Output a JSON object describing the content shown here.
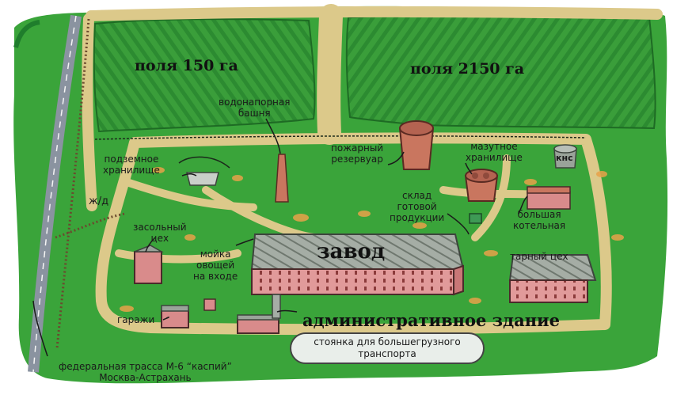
{
  "map": {
    "fields": {
      "left": "поля 150 га",
      "right": "поля 2150 га"
    },
    "labels": {
      "water_tower": [
        "водонапорная",
        "башня"
      ],
      "fire_reservoir": [
        "пожарный",
        "резервуар"
      ],
      "fuel_oil_storage": [
        "мазутное",
        "хранилище"
      ],
      "kns": "кнс",
      "underground_storage": [
        "подземное",
        "хранилище"
      ],
      "railway": "ж/д",
      "salting_shop": [
        "засольный",
        "цех"
      ],
      "finished_goods_warehouse": [
        "склад",
        "готовой",
        "продукции"
      ],
      "boiler_house": [
        "большая",
        "котельная"
      ],
      "packaging_shop": "тарный цех",
      "vegetable_washing": [
        "мойка",
        "овощей",
        "на входе"
      ],
      "plant": "завод",
      "garages": "гаражи",
      "admin_building": "административное здание",
      "truck_parking": [
        "стоянка для большегрузного",
        "транспорта"
      ],
      "highway": [
        "федеральная трасса М-6 “каспий”",
        "Москва-Астрахань"
      ]
    },
    "colors": {
      "grass": "#3aa43a",
      "grass_dark": "#1f7d2c",
      "field_stripe": "#2e8c30",
      "road": "#dcc98a",
      "roof": "#9aa39a",
      "wall": "#d98b8b",
      "tank": "#c9765f",
      "highway": "#8a93a0",
      "parking_fill": "#e9eeea"
    }
  }
}
